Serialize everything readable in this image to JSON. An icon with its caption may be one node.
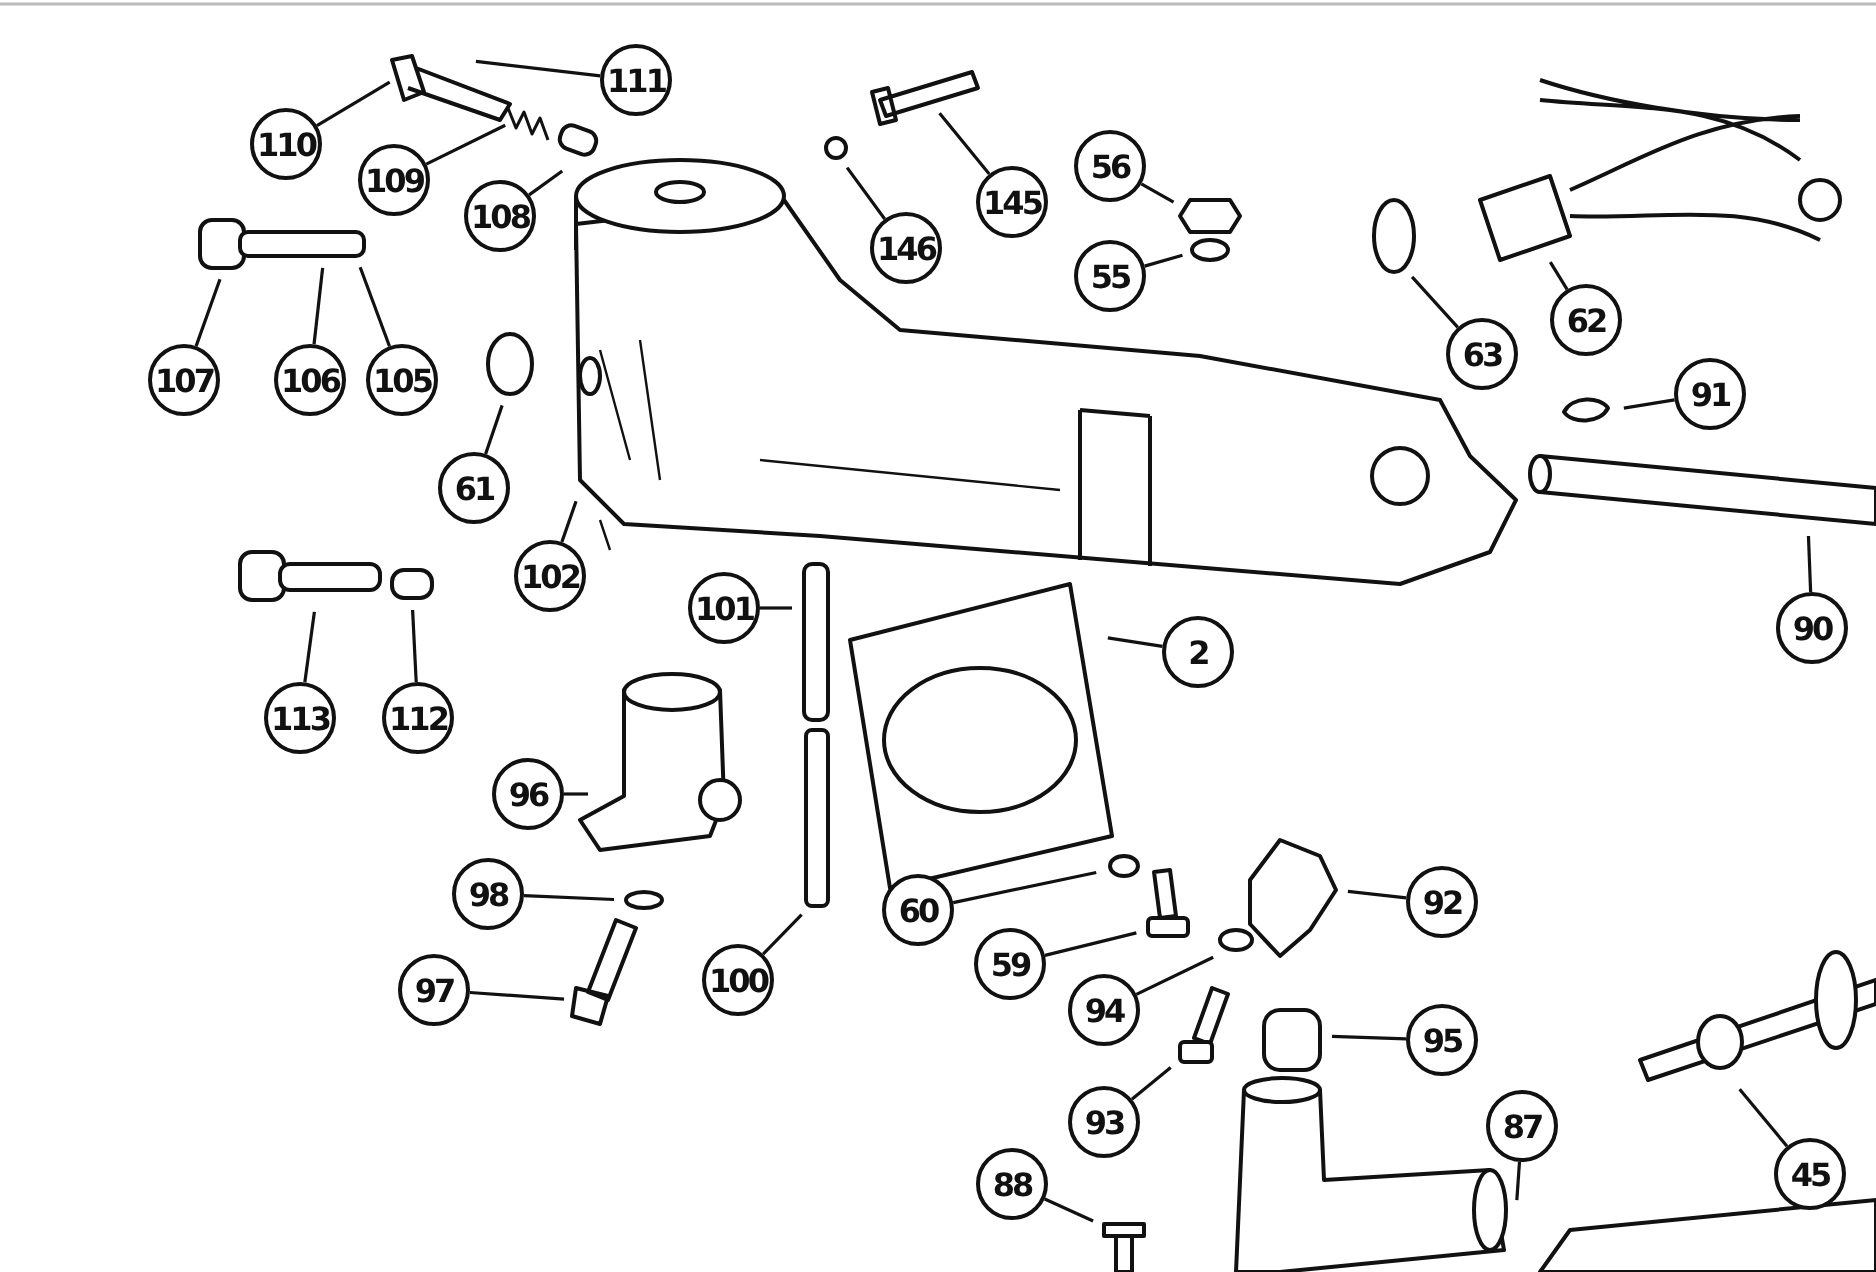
{
  "diagram": {
    "nodes": [
      {
        "text": [
          "110"
        ]
      },
      {
        "text": [
          "111"
        ]
      },
      {
        "text": [
          "109"
        ]
      },
      {
        "text": [
          "108"
        ]
      },
      {
        "text": [
          "146"
        ]
      },
      {
        "text": [
          "145"
        ]
      },
      {
        "text": [
          "56"
        ]
      },
      {
        "text": [
          "55"
        ]
      },
      {
        "text": [
          "63"
        ]
      },
      {
        "text": [
          "62"
        ]
      },
      {
        "text": [
          "107"
        ]
      },
      {
        "text": [
          "106"
        ]
      },
      {
        "text": [
          "105"
        ]
      },
      {
        "text": [
          "91"
        ]
      },
      {
        "text": [
          "61"
        ]
      },
      {
        "text": [
          "102"
        ]
      },
      {
        "text": [
          "101"
        ]
      },
      {
        "text": [
          "2"
        ]
      },
      {
        "text": [
          "90"
        ]
      },
      {
        "text": [
          "113"
        ]
      },
      {
        "text": [
          "112"
        ]
      },
      {
        "text": [
          "96"
        ]
      },
      {
        "text": [
          "98"
        ]
      },
      {
        "text": [
          "92"
        ]
      },
      {
        "text": [
          "60"
        ]
      },
      {
        "text": [
          "59"
        ]
      },
      {
        "text": [
          "97"
        ]
      },
      {
        "text": [
          "100"
        ]
      },
      {
        "text": [
          "94"
        ]
      },
      {
        "text": [
          "95"
        ]
      },
      {
        "text": [
          "93"
        ]
      },
      {
        "text": [
          "87"
        ]
      },
      {
        "text": [
          "88"
        ]
      },
      {
        "text": [
          "45"
        ]
      }
    ],
    "edges": [
      {
        "from": 0,
        "to": null,
        "arrow": "none"
      },
      {
        "from": 1,
        "to": null,
        "arrow": "none"
      },
      {
        "from": 2,
        "to": null,
        "arrow": "none"
      },
      {
        "from": 3,
        "to": null,
        "arrow": "none"
      },
      {
        "from": 4,
        "to": null,
        "arrow": "none"
      },
      {
        "from": 5,
        "to": null,
        "arrow": "none"
      },
      {
        "from": 6,
        "to": null,
        "arrow": "none"
      },
      {
        "from": 7,
        "to": null,
        "arrow": "none"
      },
      {
        "from": 8,
        "to": null,
        "arrow": "none"
      },
      {
        "from": 9,
        "to": null,
        "arrow": "none"
      },
      {
        "from": 10,
        "to": null,
        "arrow": "none"
      },
      {
        "from": 11,
        "to": null,
        "arrow": "none"
      },
      {
        "from": 12,
        "to": null,
        "arrow": "none"
      },
      {
        "from": 13,
        "to": null,
        "arrow": "none"
      },
      {
        "from": 14,
        "to": null,
        "arrow": "none"
      },
      {
        "from": 15,
        "to": null,
        "arrow": "none"
      },
      {
        "from": 16,
        "to": null,
        "arrow": "none"
      },
      {
        "from": 17,
        "to": null,
        "arrow": "none"
      },
      {
        "from": 18,
        "to": null,
        "arrow": "none"
      },
      {
        "from": 19,
        "to": null,
        "arrow": "none"
      },
      {
        "from": 20,
        "to": null,
        "arrow": "none"
      },
      {
        "from": 21,
        "to": null,
        "arrow": "none"
      },
      {
        "from": 22,
        "to": null,
        "arrow": "none"
      },
      {
        "from": 23,
        "to": null,
        "arrow": "none"
      },
      {
        "from": 24,
        "to": null,
        "arrow": "none"
      },
      {
        "from": 25,
        "to": null,
        "arrow": "none"
      },
      {
        "from": 26,
        "to": null,
        "arrow": "none"
      },
      {
        "from": 27,
        "to": null,
        "arrow": "none"
      },
      {
        "from": 28,
        "to": null,
        "arrow": "none"
      },
      {
        "from": 29,
        "to": null,
        "arrow": "none"
      },
      {
        "from": 30,
        "to": null,
        "arrow": "none"
      },
      {
        "from": 31,
        "to": null,
        "arrow": "none"
      },
      {
        "from": 32,
        "to": null,
        "arrow": "none"
      },
      {
        "from": 33,
        "to": null,
        "arrow": "none"
      }
    ]
  }
}
